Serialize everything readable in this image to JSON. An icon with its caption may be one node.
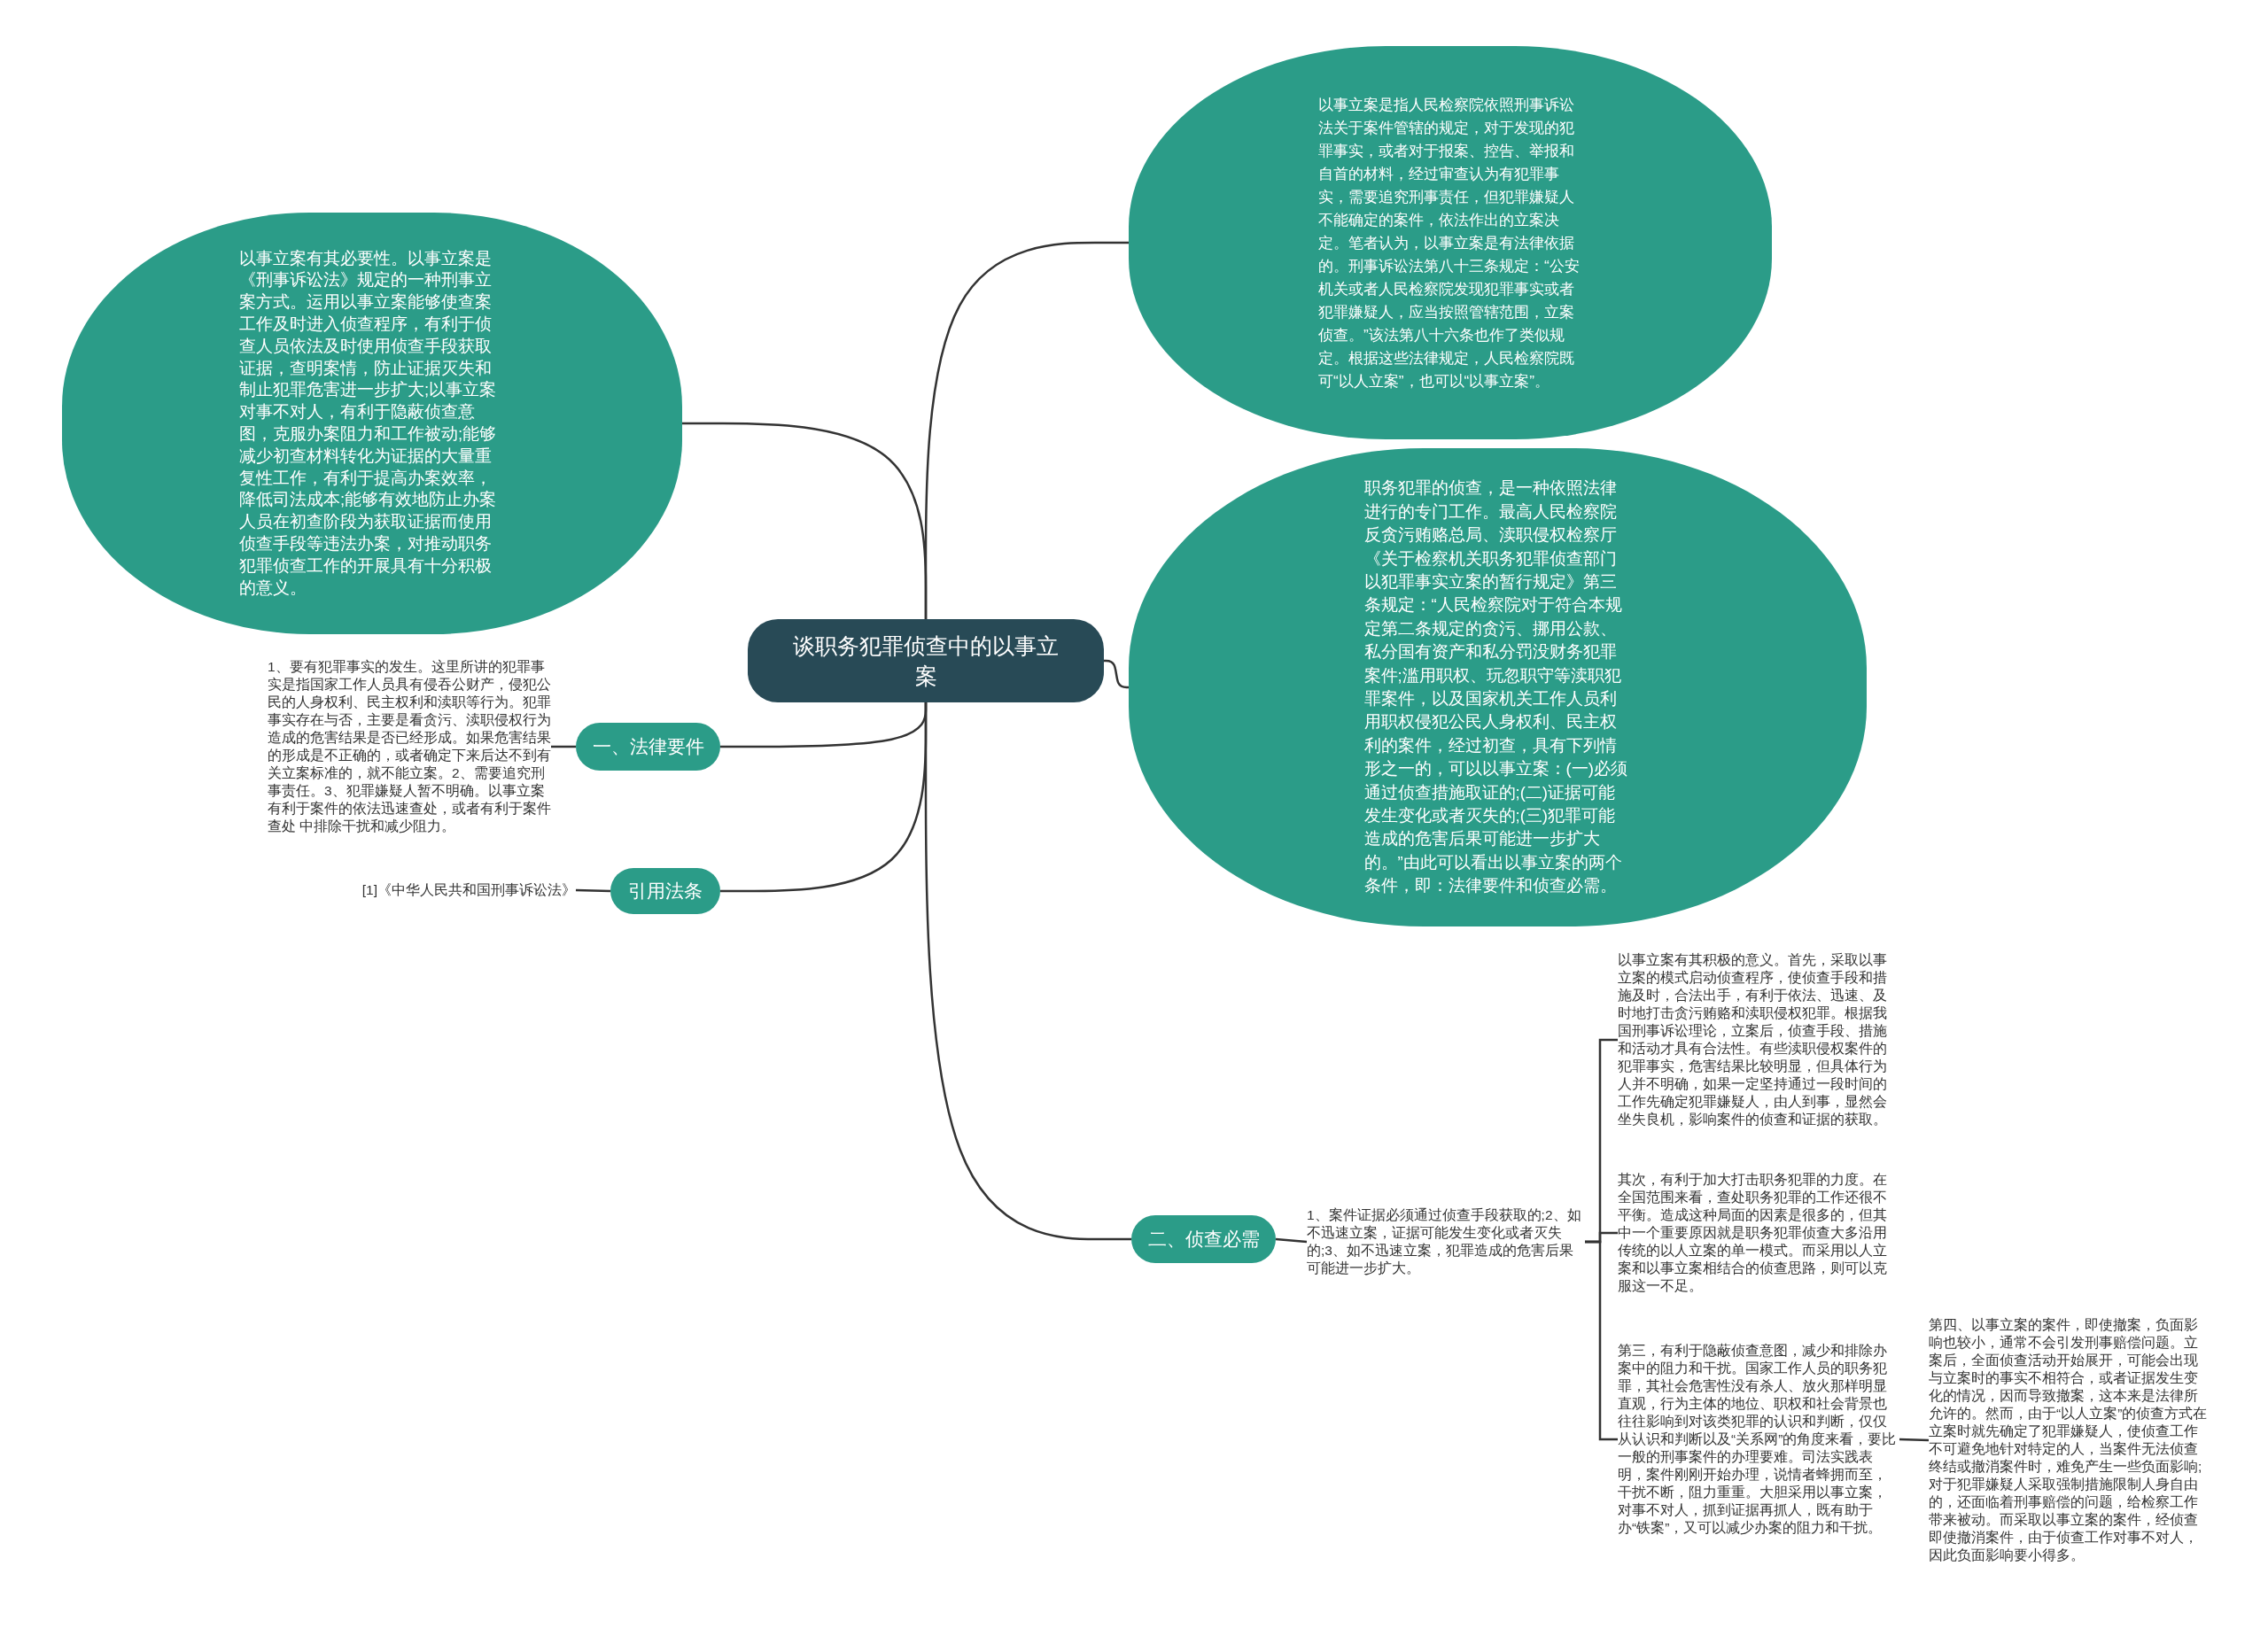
{
  "diagram": {
    "nodes": [
      {
        "text": [
          "谈职务犯罪侦查中的以事立案"
        ]
      },
      {
        "text": [
          "以事立案有其必要性。以事立案是《刑事诉讼法》规定的一种刑事立案方式。运用以事立案能够使查案工作及时进入侦查程序，有利于侦查人员依法及时使用侦查手段获取证据，查明案情，防止证据灭失和制止犯罪危害进一步扩大;以事立案对事不对人，有利于隐蔽侦查意图，克服办案阻力和工作被动;能够减少初查材料转化为证据的大量重复性工作，有利于提高办案效率，降低司法成本;能够有效地防止办案人员在初查阶段为获取证据而使用侦查手段等违法办案，对推动职务犯罪侦查工作的开展具有十分积极的意义。"
        ]
      },
      {
        "text": [
          "以事立案是指人民检察院依照刑事诉讼法关于案件管辖的规定，对于发现的犯罪事实，或者对于报案、控告、举报和自首的材料，经过审查认为有犯罪事实，需要追究刑事责任，但犯罪嫌疑人不能确定的案件，依法作出的立案决定。笔者认为，以事立案是有法律依据的。刑事诉讼法第八十三条规定：“公安机关或者人民检察院发现犯罪事实或者犯罪嫌疑人，应当按照管辖范围，立案侦查。”该法第八十六条也作了类似规定。根据这些法律规定，人民检察院既可“以人立案”，也可以“以事立案”。"
        ]
      },
      {
        "text": [
          "职务犯罪的侦查，是一种依照法律进行的专门工作。最高人民检察院反贪污贿赂总局、渎职侵权检察厅《关于检察机关职务犯罪侦查部门以犯罪事实立案的暂行规定》第三条规定：“人民检察院对于符合本规定第二条规定的贪污、挪用公款、私分国有资产和私分罚没财务犯罪案件;滥用职权、玩忽职守等渎职犯罪案件，以及国家机关工作人员利用职权侵犯公民人身权利、民主权利的案件，经过初查，具有下列情形之一的，可以以事立案：(一)必须通过侦查措施取证的;(二)证据可能发生变化或者灭失的;(三)犯罪可能造成的危害后果可能进一步扩大的。”由此可以看出以事立案的两个条件，即：法律要件和侦查必需。"
        ]
      },
      {
        "text": [
          "一、法律要件"
        ]
      },
      {
        "text": [
          "1、要有犯罪事实的发生。这里所讲的犯罪事实是指国家工作人员具有侵吞公财产，侵犯公民的人身权利、民主权利和渎职等行为。犯罪事实存在与否，主要是看贪污、渎职侵权行为造成的危害结果是否已经形成。如果危害结果的形成是不正确的，或者确定下来后达不到有关立案标准的，就不能立案。2、需要追究刑事责任。3、犯罪嫌疑人暂不明确。以事立案有利于案件的依法迅速查处，或者有利于案件查处 中排除干扰和减少阻力。"
        ]
      },
      {
        "text": [
          "引用法条"
        ]
      },
      {
        "text": [
          "[1]《中华人民共和国刑事诉讼法》"
        ]
      },
      {
        "text": [
          "二、侦查必需"
        ]
      },
      {
        "text": [
          "1、案件证据必须通过侦查手段获取的;2、如不迅速立案，证据可能发生变化或者灭失的;3、如不迅速立案，犯罪造成的危害后果可能进一步扩大。"
        ]
      },
      {
        "text": [
          "以事立案有其积极的意义。首先，采取以事立案的模式启动侦查程序，使侦查手段和措施及时，合法出手，有利于依法、迅速、及时地打击贪污贿赂和渎职侵权犯罪。根据我国刑事诉讼理论，立案后，侦查手段、措施和活动才具有合法性。有些渎职侵权案件的犯罪事实，危害结果比较明显，但具体行为人并不明确，如果一定坚持通过一段时间的工作先确定犯罪嫌疑人，由人到事，显然会坐失良机，影响案件的侦查和证据的获取。"
        ]
      },
      {
        "text": [
          "其次，有利于加大打击职务犯罪的力度。在全国范围来看，查处职务犯罪的工作还很不平衡。造成这种局面的因素是很多的，但其中一个重要原因就是职务犯罪侦查大多沿用传统的以人立案的单一模式。而采用以人立案和以事立案相结合的侦查思路，则可以克服这一不足。"
        ]
      },
      {
        "text": [
          "第三，有利于隐蔽侦查意图，减少和排除办案中的阻力和干扰。国家工作人员的职务犯罪，其社会危害性没有杀人、放火那样明显直观，行为主体的地位、职权和社会背景也往往影响到对该类犯罪的认识和判断，仅仅从认识和判断以及“关系网”的角度来看，要比一般的刑事案件的办理要难。司法实践表明，案件刚刚开始办理，说情者蜂拥而至，干扰不断，阻力重重。大胆采用以事立案，对事不对人，抓到证据再抓人，既有助于办“铁案”，又可以减少办案的阻力和干扰。"
        ]
      },
      {
        "text": [
          "第四、以事立案的案件，即使撤案，负面影响也较小，通常不会引发刑事赔偿问题。立案后，全面侦查活动开始展开，可能会出现与立案时的事实不相符合，或者证据发生变化的情况，因而导致撤案，这本来是法律所允许的。然而，由于“以人立案”的侦查方式在立案时就先确定了犯罪嫌疑人，使侦查工作不可避免地针对特定的人，当案件无法侦查终结或撤消案件时，难免产生一些负面影响;对于犯罪嫌疑人采取强制措施限制人身自由的，还面临着刑事赔偿的问题，给检察工作带来被动。而采取以事立案的案件，经侦查即使撤消案件，由于侦查工作对事不对人，因此负面影响要小得多。"
        ]
      }
    ],
    "edges": [
      {
        "from": 0,
        "to": 1,
        "arrow": "none"
      },
      {
        "from": 0,
        "to": 2,
        "arrow": "none"
      },
      {
        "from": 0,
        "to": 3,
        "arrow": "none"
      },
      {
        "from": 0,
        "to": 4,
        "arrow": "none"
      },
      {
        "from": 0,
        "to": 6,
        "arrow": "none"
      },
      {
        "from": 0,
        "to": 8,
        "arrow": "none"
      },
      {
        "from": 4,
        "to": 5,
        "arrow": "none"
      },
      {
        "from": 6,
        "to": 7,
        "arrow": "none"
      },
      {
        "from": 8,
        "to": 9,
        "arrow": "none"
      },
      {
        "from": 9,
        "to": 10,
        "arrow": "none"
      },
      {
        "from": 9,
        "to": 11,
        "arrow": "none"
      },
      {
        "from": 9,
        "to": 12,
        "arrow": "none"
      },
      {
        "from": 12,
        "to": 13,
        "arrow": "none"
      }
    ]
  }
}
